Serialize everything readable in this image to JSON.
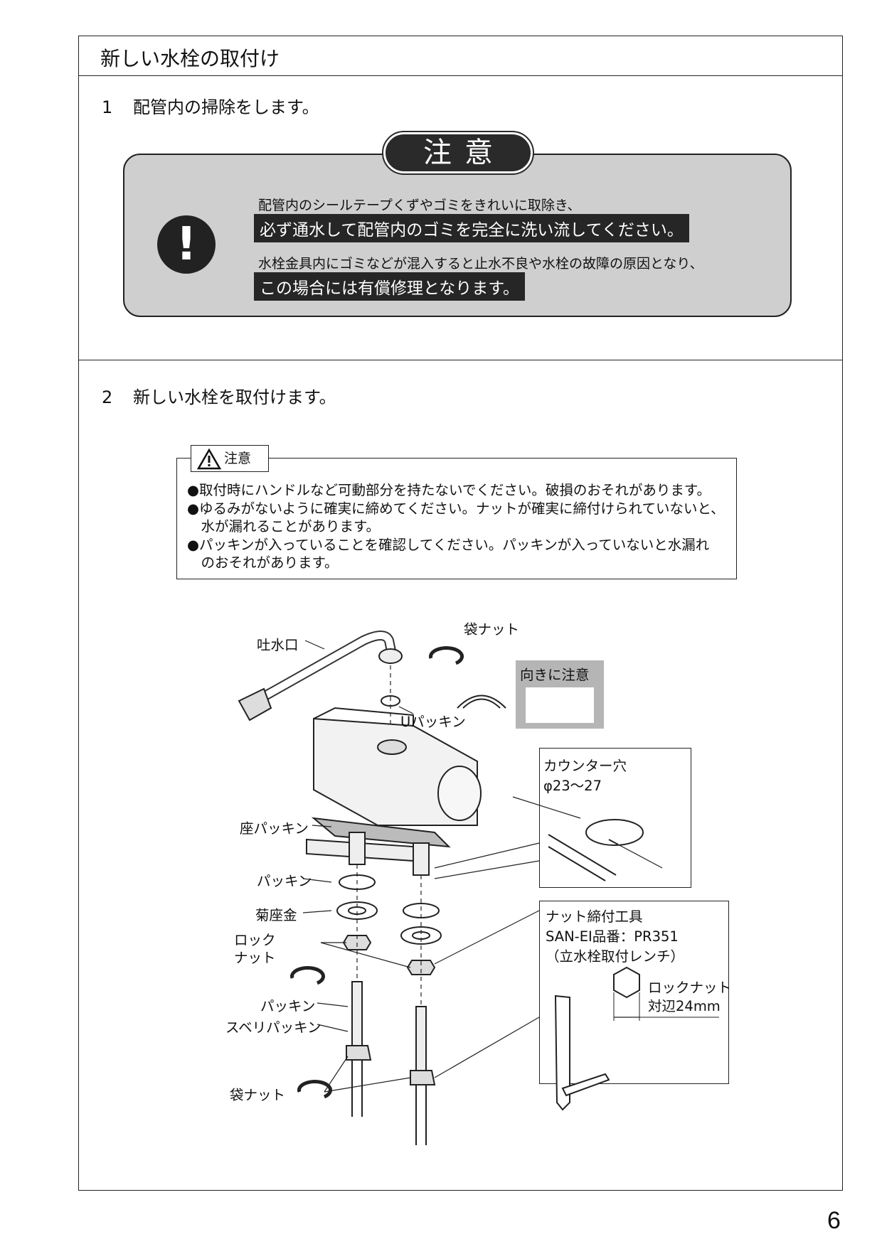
{
  "header": {
    "title": "新しい水栓の取付け"
  },
  "step1": {
    "num": "1",
    "text": "配管内の掃除をします。"
  },
  "caution": {
    "title": "注意",
    "line1": "配管内のシールテープくずやゴミをきれいに取除き、",
    "highlight1": "必ず通水して配管内のゴミを完全に洗い流してください。",
    "line2": "水栓金具内にゴミなどが混入すると止水不良や水栓の故障の原因となり、",
    "highlight2": "この場合には有償修理となります。"
  },
  "step2": {
    "num": "2",
    "text": "新しい水栓を取付けます。"
  },
  "notice": {
    "tab": "注意",
    "lines": [
      "●取付時にハンドルなど可動部分を持たないでください。破損のおそれがあります。",
      "●ゆるみがないように確実に締めてください。ナットが確実に締付けられていないと、",
      "　水が漏れることがあります。",
      "●パッキンが入っていることを確認してください。パッキンが入っていないと水漏れ",
      "　のおそれがあります。"
    ]
  },
  "diagram": {
    "spout": "吐水口",
    "cap_nut_top": "袋ナット",
    "orientation_note": "向きに注意",
    "u_packing": "Uパッキン",
    "counter_hole_1": "カウンター穴",
    "counter_hole_2": "φ23～27",
    "seat_packing": "座パッキン",
    "packing_1": "パッキン",
    "washer": "菊座金",
    "lock_nut_1": "ロック",
    "lock_nut_2": "ナット",
    "packing_2": "パッキン",
    "slide_packing": "スベリパッキン",
    "cap_nut_bottom": "袋ナット",
    "tool_title": "ナット締付工具",
    "tool_model": "SAN-EI品番：PR351",
    "tool_desc": "（立水栓取付レンチ）",
    "tool_nut_1": "ロックナット",
    "tool_nut_2": "対辺24mm"
  },
  "page_number": "6"
}
